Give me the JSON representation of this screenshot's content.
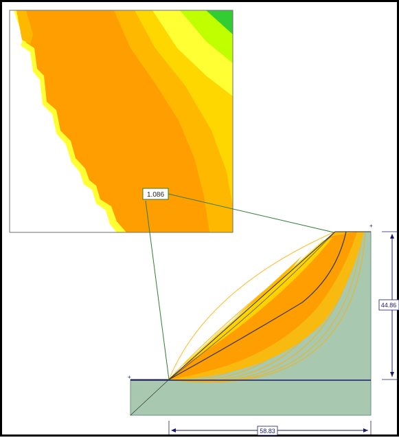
{
  "inset": {
    "fs_label": "1.086"
  },
  "dimensions": {
    "height_label": "44.86",
    "width_label": "58.83"
  },
  "colors": {
    "frame": "#000000",
    "ground": "#a8c8b0",
    "ground_edge": "#6f8f85",
    "boundary": "#1a1a6e",
    "leader": "#2e7d32",
    "contour_orange": "#ff9e00",
    "contour_lightorange": "#ffb800",
    "contour_yellow": "#ffd700",
    "contour_brightyellow": "#ffff33",
    "contour_lime": "#bfff00",
    "contour_green": "#33cc33"
  }
}
